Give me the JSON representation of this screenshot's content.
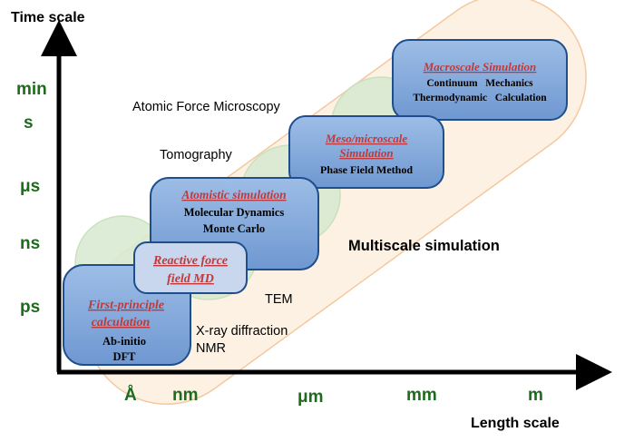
{
  "axes": {
    "y_title": "Time scale",
    "x_title": "Length scale",
    "y_ticks": [
      "min",
      "s",
      "μs",
      "ns",
      "ps"
    ],
    "x_ticks": [
      "Å",
      "nm",
      "μm",
      "mm",
      "m"
    ]
  },
  "techniques": {
    "afm": "Atomic Force Microscopy",
    "tomography": "Tomography",
    "tem": "TEM",
    "xray": "X-ray diffraction",
    "nmr": "NMR"
  },
  "multiscale_label": "Multiscale simulation",
  "boxes": {
    "first_principle": {
      "title_line1": "First-principle",
      "title_line2": "calculation",
      "body_line1": "Ab-initio",
      "body_line2": "DFT"
    },
    "reactive": {
      "title_line1": "Reactive force",
      "title_line2": "field MD"
    },
    "atomistic": {
      "title": "Atomistic simulation",
      "body_line1": "Molecular Dynamics",
      "body_line2": "Monte Carlo"
    },
    "meso": {
      "title_line1": "Meso/microscale",
      "title_line2": "Simulation",
      "body": "Phase Field Method"
    },
    "macro": {
      "title": "Macroscale Simulation",
      "body_line1": "Continuum   Mechanics",
      "body_line2": "Thermodynamic   Calculation"
    }
  },
  "colors": {
    "box_fill": "#7ea6dc",
    "box_stroke": "#1f4e8c",
    "circle_fill": "#d9ead3",
    "circle_stroke": "#c5dfb8",
    "band_fill": "#fdf1e4",
    "band_stroke": "#f3c9a0",
    "tick_color": "#1e6b1e",
    "title_color": "#c0393b"
  }
}
